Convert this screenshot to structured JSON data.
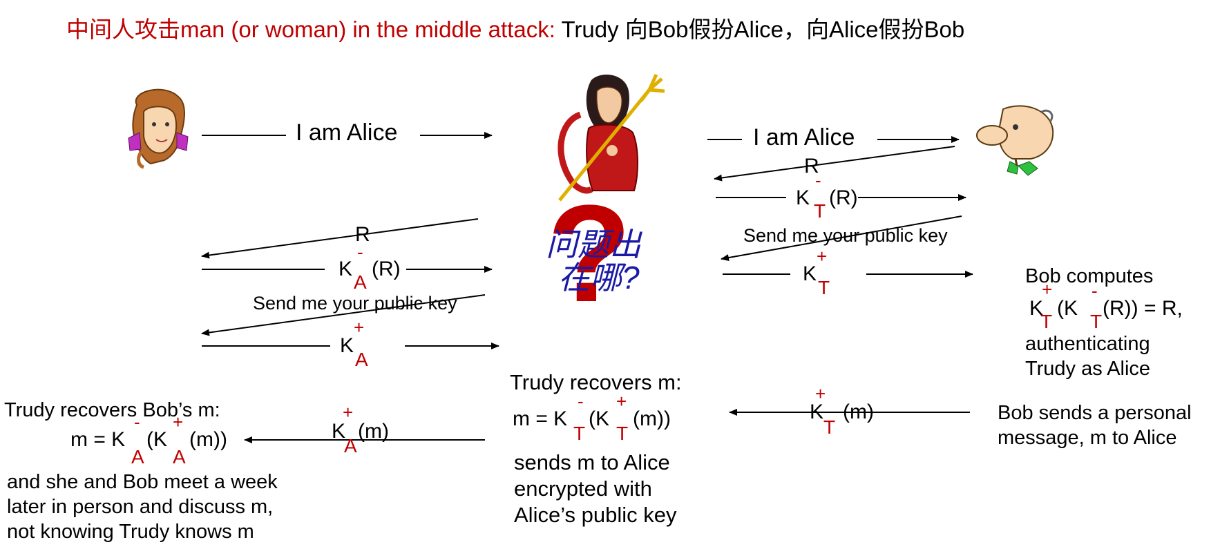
{
  "title": {
    "red_part": "中间人攻击man (or woman) in the middle attack:",
    "black_part": " Trudy 向Bob假扮Alice，向Alice假扮Bob"
  },
  "colors": {
    "accent_red": "#c00000",
    "blue_text": "#1a1aa6"
  },
  "icons": [
    "alice-icon",
    "trudy-devil-icon",
    "bob-icon",
    "question-mark-icon"
  ],
  "left": {
    "i_am_alice": "I am Alice",
    "r": "R",
    "k": "K",
    "minus": "-",
    "plus": "+",
    "a": "A",
    "paren_r": "(R)",
    "send_key": "Send me your public key",
    "paren_m": "(m)"
  },
  "right": {
    "i_am_alice": "I am Alice",
    "r": "R",
    "k": "K",
    "minus": "-",
    "plus": "+",
    "t": "T",
    "paren_r": "(R)",
    "send_key": "Send me your public key",
    "paren_m": "(m)"
  },
  "question_text": {
    "line1": "问题出",
    "line2": "在哪?"
  },
  "bob_computes": {
    "line1": "Bob computes",
    "k1": "K",
    "plus": "+",
    "t1": "T",
    "mid": "(K",
    "minus": "-",
    "t2": "T",
    "end": "(R)) =  R,",
    "line3": "authenticating",
    "line4": "Trudy as Alice"
  },
  "bob_sends": {
    "line1": "Bob sends a personal",
    "line2": "message, m to Alice"
  },
  "trudy_recovers": {
    "title": "Trudy recovers m:",
    "m_eq": "m = K",
    "minus": "-",
    "t": "T",
    "mid": "(K",
    "plus": "+",
    "t2": "T",
    "end": "(m))",
    "line3": "sends m to Alice",
    "line4": "encrypted with",
    "line5": "Alice’s public key"
  },
  "trudy_recovers_bob": {
    "title": "Trudy recovers Bob’s m:",
    "m_eq": "m = K",
    "minus": "-",
    "a": "A",
    "mid": "(K",
    "plus": "+",
    "a2": "A",
    "end": "(m))",
    "line3": "and she and Bob meet a week",
    "line4": "later in person and discuss m,",
    "line5": "not knowing Trudy knows m"
  }
}
